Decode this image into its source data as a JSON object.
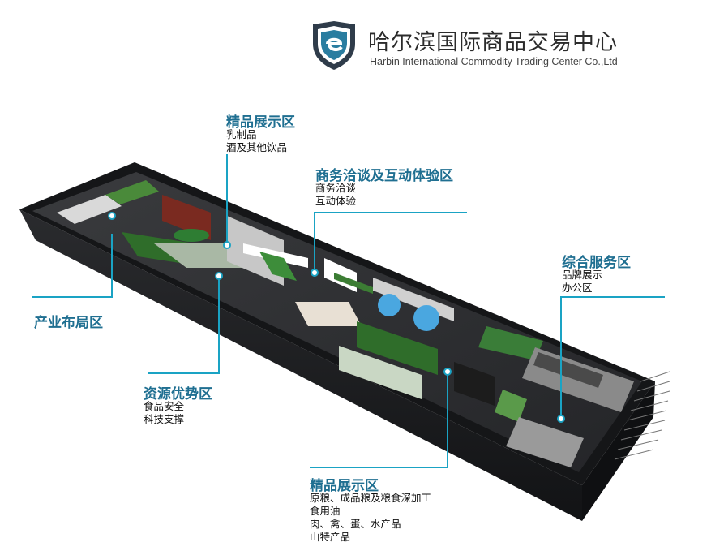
{
  "header": {
    "company_cn": "哈尔滨国际商品交易中心",
    "company_en": "Harbin International Commodity Trading Center Co.,Ltd",
    "logo_icon": "shield-e-logo"
  },
  "colors": {
    "accent": "#1aa3c4",
    "title": "#1f6f91",
    "floor_dark": "#2f3033",
    "wall": "#1e1f22"
  },
  "zones": {
    "premium_top": {
      "title": "精品展示区",
      "items": [
        "乳制品",
        "酒及其他饮品"
      ]
    },
    "business": {
      "title": "商务洽谈及互动体验区",
      "items": [
        "商务洽谈",
        "互动体验"
      ]
    },
    "service": {
      "title": "综合服务区",
      "items": [
        "品牌展示",
        "办公区"
      ]
    },
    "industry": {
      "title": "产业布局区",
      "items": []
    },
    "resource": {
      "title": "资源优势区",
      "items": [
        "食品安全",
        "科技支撑"
      ]
    },
    "premium_bottom": {
      "title": "精品展示区",
      "items": [
        "原粮、成品粮及粮食深加工",
        "食用油",
        "肉、禽、蛋、水产品",
        "山特产品"
      ]
    }
  }
}
